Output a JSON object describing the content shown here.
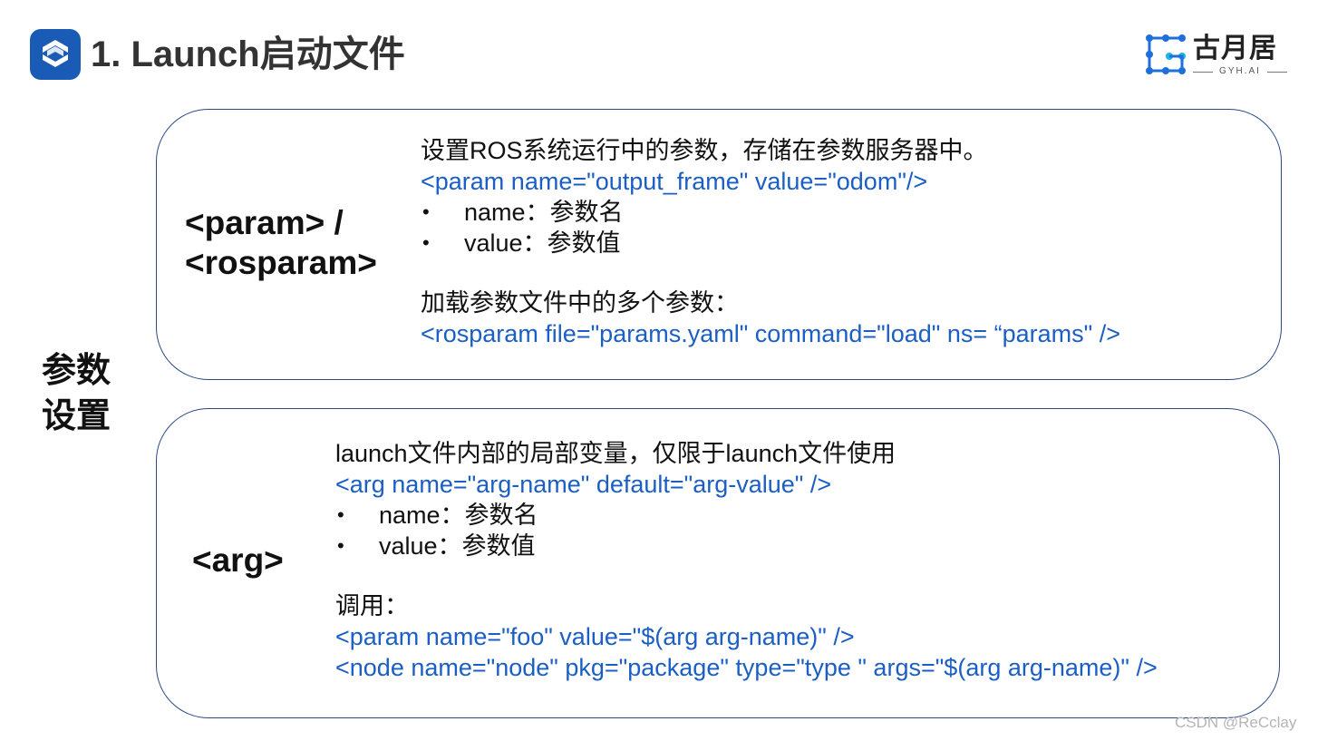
{
  "header": {
    "title": "1. Launch启动文件",
    "brand_name": "古月居",
    "brand_sub": "GYH.AI"
  },
  "section_label": [
    "参数",
    "设置"
  ],
  "cards": [
    {
      "tag_lines": [
        "<param> /",
        "<rosparam>"
      ],
      "description": "设置ROS系统运行中的参数，存储在参数服务器中。",
      "example": "<param name=\"output_frame\" value=\"odom\"/>",
      "bullets": [
        "name：参数名",
        "value：参数值"
      ],
      "subheading": "加载参数文件中的多个参数：",
      "sub_example": "<rosparam file=\"params.yaml\" command=\"load\" ns= “params\" />"
    },
    {
      "tag_lines": [
        "<arg>"
      ],
      "description": "launch文件内部的局部变量，仅限于launch文件使用",
      "example": "<arg name=\"arg-name\"  default=\"arg-value\" />",
      "bullets": [
        "name：参数名",
        "value：参数值"
      ],
      "subheading": "调用：",
      "sub_examples": [
        "<param name=\"foo\" value=\"$(arg arg-name)\" />",
        "<node name=\"node\" pkg=\"package\" type=\"type \" args=\"$(arg arg-name)\" />"
      ]
    }
  ],
  "bullet_symbol": "•",
  "watermark": "CSDN @ReCclay",
  "colors": {
    "accent": "#1a5bb5",
    "code": "#1b5fc4",
    "border": "#2a4a85"
  }
}
